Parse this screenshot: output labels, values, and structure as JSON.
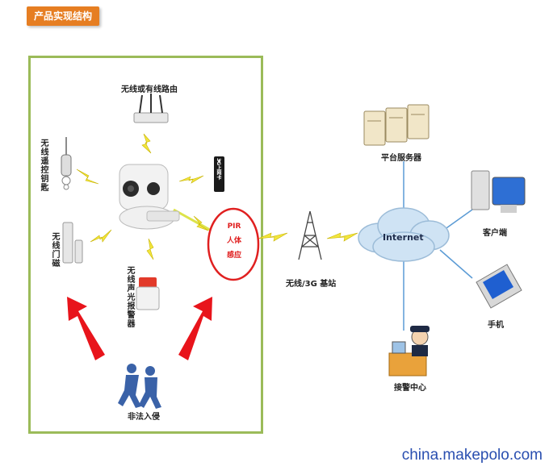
{
  "header": {
    "title": "产品实现结构"
  },
  "devices": {
    "router": "无线或有线路由",
    "remote": "无线遥控钥匙",
    "keypad": "3G上网卡",
    "door_sensor": "无线门磁",
    "siren": "无线声光报警器",
    "pir_lines": [
      "PIR",
      "人体",
      "感应"
    ],
    "intruder": "非法入侵"
  },
  "network": {
    "base_station": "无线/3G 基站",
    "internet": "Internet",
    "server": "平台服务器",
    "client": "客户端",
    "phone": "手机",
    "police": "接警中心"
  },
  "watermark": "china.makepolo.com"
}
